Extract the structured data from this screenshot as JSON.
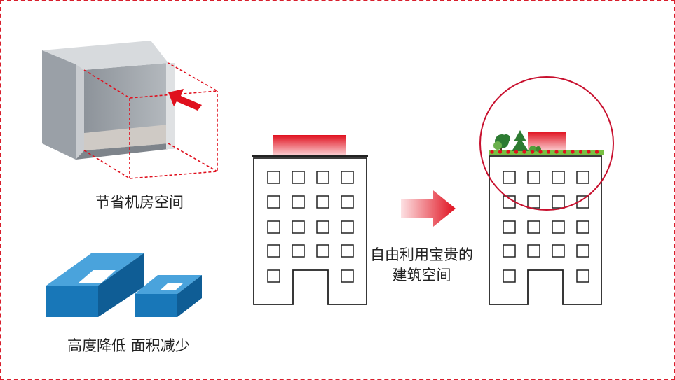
{
  "captions": {
    "machine_room": "节省机房空间",
    "height_area": "高度降低 面积减少",
    "space_line1": "自由利用宝贵的",
    "space_line2": "建筑空间"
  },
  "colors": {
    "accent_red": "#e0101e",
    "frame_dashed": "#d81e2c",
    "box_gray": "#a4a9af",
    "box_blue": "#1877b8",
    "roof_green": "#78c043",
    "tree_green": "#2d7b32"
  },
  "icons": [
    "machine-room-box-icon",
    "pit-box-icon",
    "building-icon",
    "right-arrow-icon",
    "rooftop-garden-icon"
  ]
}
